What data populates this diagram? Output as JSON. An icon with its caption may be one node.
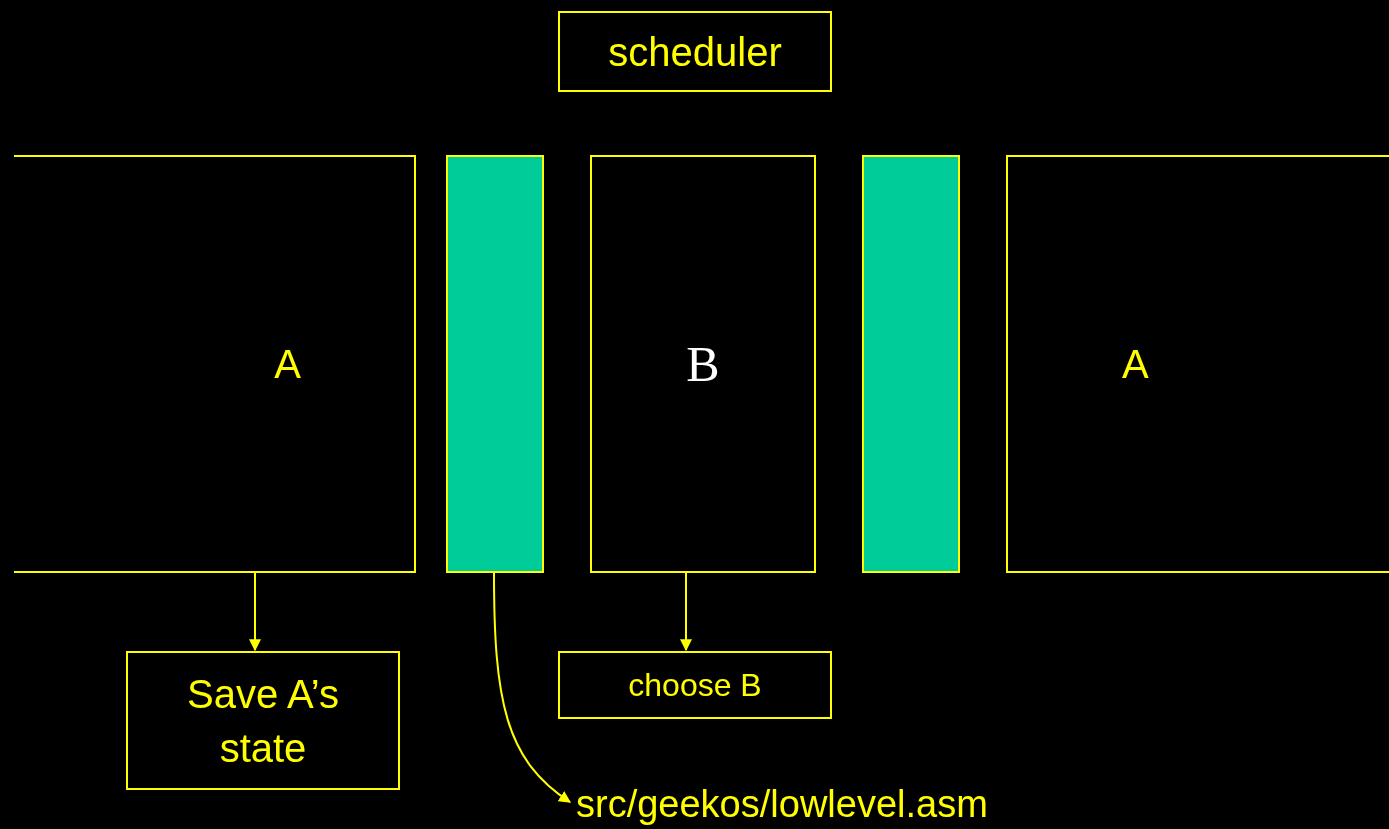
{
  "diagram": {
    "nodes": [
      {
        "text": [
          "scheduler"
        ]
      },
      {
        "text": [
          "A"
        ]
      },
      {
        "text": [],
        "shape": "bar"
      },
      {
        "text": [
          "B"
        ]
      },
      {
        "text": [],
        "shape": "bar"
      },
      {
        "text": [
          "A"
        ]
      },
      {
        "text": [
          "Save A’s state"
        ]
      },
      {
        "text": [
          "choose B"
        ]
      },
      {
        "text": [
          "src/geekos/lowlevel.asm"
        ]
      }
    ],
    "edges": [
      {
        "from": 1,
        "to": 6,
        "arrow": "to"
      },
      {
        "from": 3,
        "to": 7,
        "arrow": "to"
      },
      {
        "from": 2,
        "to": 8,
        "arrow": "to"
      }
    ]
  }
}
